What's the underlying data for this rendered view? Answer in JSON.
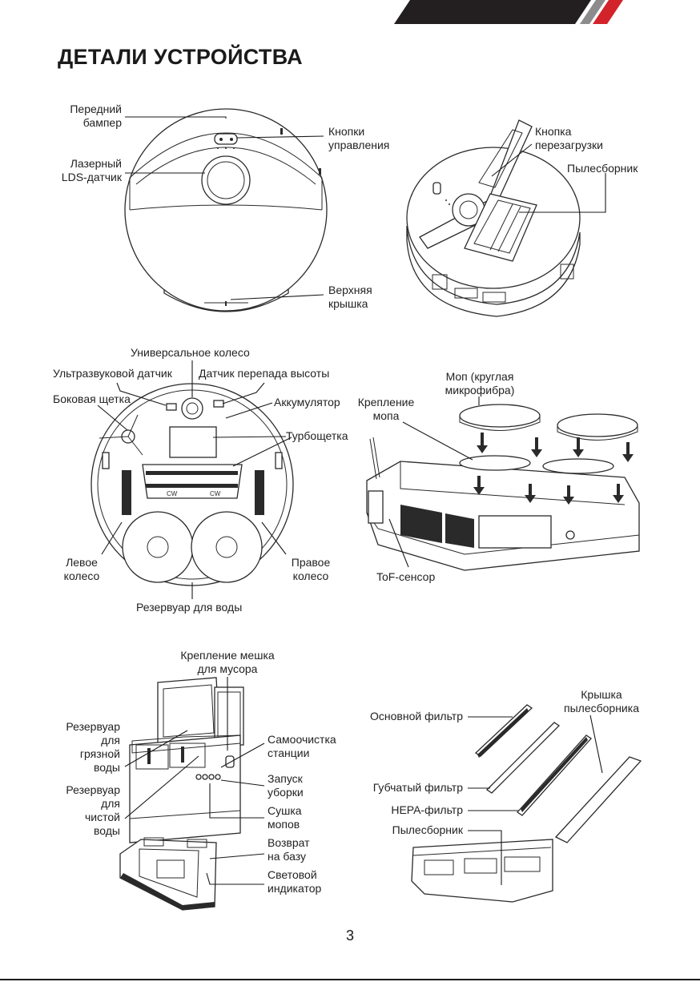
{
  "title": "ДЕТАЛИ УСТРОЙСТВА",
  "page_number": "3",
  "header_colors": {
    "dark": "#231f20",
    "accent": "#d2232a"
  },
  "robot_top_labels": {
    "front_bumper": "Передний\nбампер",
    "laser_lds": "Лазерный\nLDS-датчик",
    "control_buttons": "Кнопки\nуправления",
    "top_cover": "Верхняя\nкрышка"
  },
  "robot_open_labels": {
    "reset_button": "Кнопка\nперезагрузки",
    "dustbin": "Пылесборник"
  },
  "robot_bottom_labels": {
    "universal_wheel": "Универсальное колесо",
    "ultrasonic_sensor": "Ультразвуковой датчик",
    "cliff_sensor": "Датчик перепада высоты",
    "side_brush": "Боковая щетка",
    "battery": "Аккумулятор",
    "turbo_brush": "Турбощетка",
    "left_wheel": "Левое\nколесо",
    "right_wheel": "Правое\nколесо",
    "water_tank": "Резервуар для воды"
  },
  "mop_labels": {
    "mop": "Моп (круглая\nмикрофибра)",
    "mop_mount": "Крепление\nмопа",
    "tof_sensor": "ToF-сенсор"
  },
  "station_labels": {
    "bag_mount": "Крепление мешка\nдля мусора",
    "dirty_tank": "Резервуар\nдля\nгрязной\nводы",
    "clean_tank": "Резервуар\nдля\nчистой\nводы",
    "self_clean": "Самоочистка\nстанции",
    "start_cleaning": "Запуск\nуборки",
    "mop_drying": "Сушка\nмопов",
    "return_base": "Возврат\nна базу",
    "light_indicator": "Световой\nиндикатор"
  },
  "dustbin_labels": {
    "dustbin_cover": "Крышка\nпылесборника",
    "main_filter": "Основной фильтр",
    "sponge_filter": "Губчатый фильтр",
    "hepa_filter": "HEPA-фильтр",
    "dustbin": "Пылесборник"
  }
}
